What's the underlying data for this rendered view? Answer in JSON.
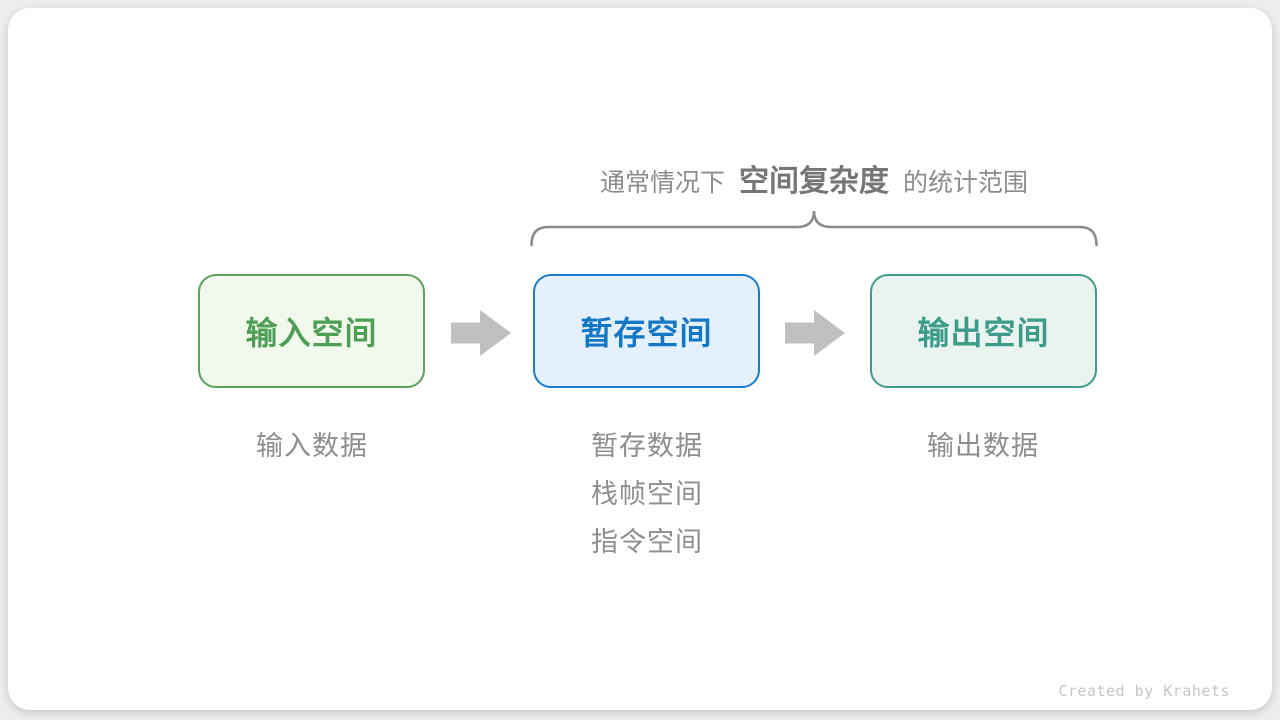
{
  "title": {
    "prefix": "通常情况下",
    "highlight": "空间复杂度",
    "suffix": "的统计范围"
  },
  "boxes": [
    {
      "id": "input-space",
      "label": "输入空间"
    },
    {
      "id": "temp-space",
      "label": "暂存空间"
    },
    {
      "id": "output-space",
      "label": "输出空间"
    }
  ],
  "notes": {
    "input": {
      "line1": "输入数据"
    },
    "temp": {
      "line1": "暂存数据",
      "line2": "栈帧空间",
      "line3": "指令空间"
    },
    "output": {
      "line1": "输出数据"
    }
  },
  "credit": "Created by Krahets",
  "colors": {
    "green_border": "#5aa35c",
    "green_text": "#4f9e55",
    "green_bg": "#f1f8ec",
    "blue_border": "#1b7ccd",
    "blue_text": "#1477c6",
    "blue_bg": "#e4f1fc",
    "teal_border": "#3f9a87",
    "teal_text": "#3c9b89",
    "teal_bg": "#e9f4f0",
    "arrow": "#c0c0c0",
    "brace": "#8a8a8a",
    "title_text": "#8c8c8c",
    "note_text": "#8e8e8e",
    "credit_text": "#c6c6c6",
    "card_bg": "#ffffff",
    "page_bg": "#ededed"
  }
}
